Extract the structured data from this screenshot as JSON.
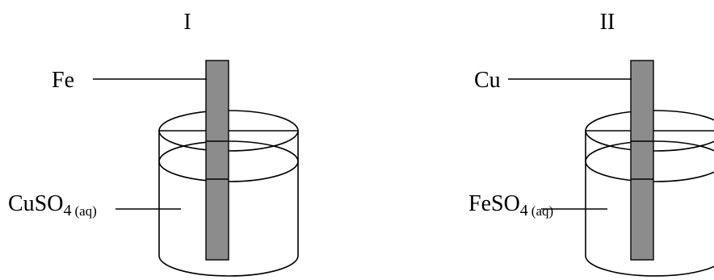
{
  "figure": {
    "setups": [
      {
        "title": "I",
        "electrode": "Fe",
        "solution_formula": "CuSO",
        "solution_subscript": "4",
        "solution_state": "(aq)"
      },
      {
        "title": "II",
        "electrode": "Cu",
        "solution_formula": "FeSO",
        "solution_subscript": "4",
        "solution_state": "(aq)"
      }
    ],
    "colors": {
      "rod": "#8c8c8c",
      "outline": "#000000",
      "background": "#ffffff"
    }
  }
}
